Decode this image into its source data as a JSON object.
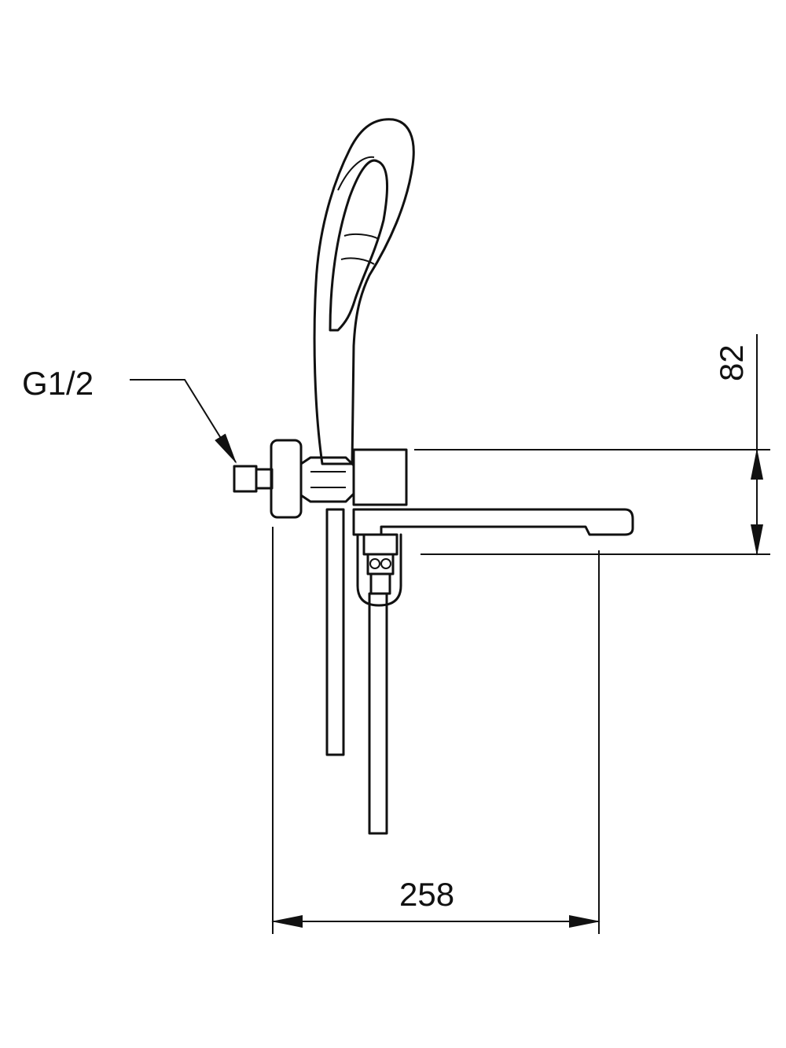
{
  "drawing": {
    "thread_label": "G1/2",
    "height_dimension": "82",
    "projection_dimension": "258",
    "line_color": "#111111"
  }
}
